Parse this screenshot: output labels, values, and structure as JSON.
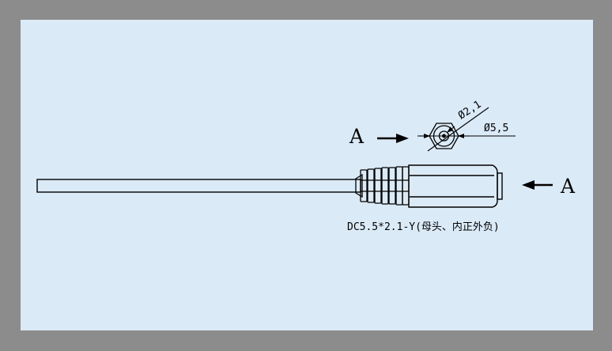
{
  "colors": {
    "frame": "#8c8c8c",
    "paper": "#dbeaf7",
    "ink": "#000000"
  },
  "view_label_left": "A",
  "view_label_right": "A",
  "dim_inner": "Ø2,1",
  "dim_outer": "Ø5,5",
  "caption": "DC5.5*2.1-Y(母头、内正外负)"
}
